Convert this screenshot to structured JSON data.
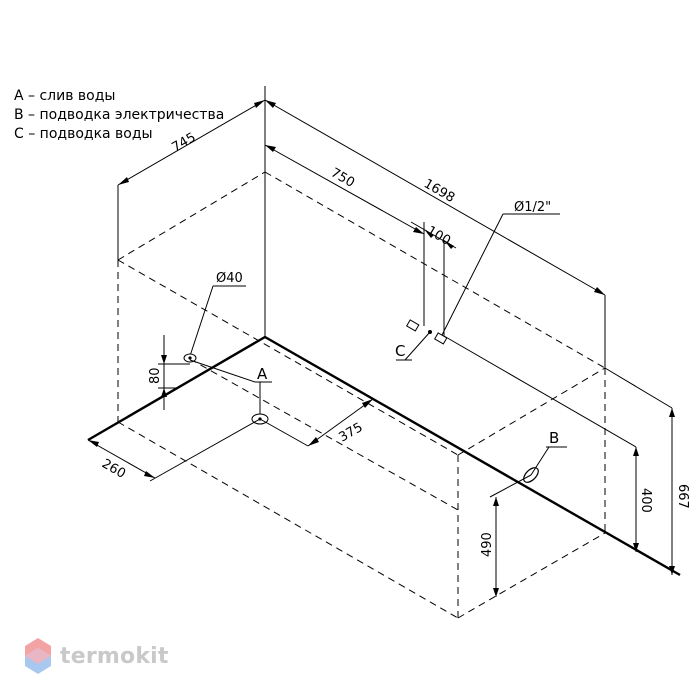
{
  "legend": {
    "a": "A – слив воды",
    "b": "B – подводка электричества",
    "c": "C – подводка воды"
  },
  "dimensions": {
    "d745": "745",
    "d750": "750",
    "d1698": "1698",
    "d100": "100",
    "pipe": "Ø1/2\"",
    "drain": "Ø40",
    "d80": "80",
    "d260": "260",
    "d375": "375",
    "d490": "490",
    "d400": "400",
    "d667": "667"
  },
  "markers": {
    "a": "A",
    "b": "B",
    "c": "C"
  },
  "brand": {
    "name": "termokit",
    "color_top": "#f3a3a3",
    "color_bottom": "#a9c8ef"
  }
}
